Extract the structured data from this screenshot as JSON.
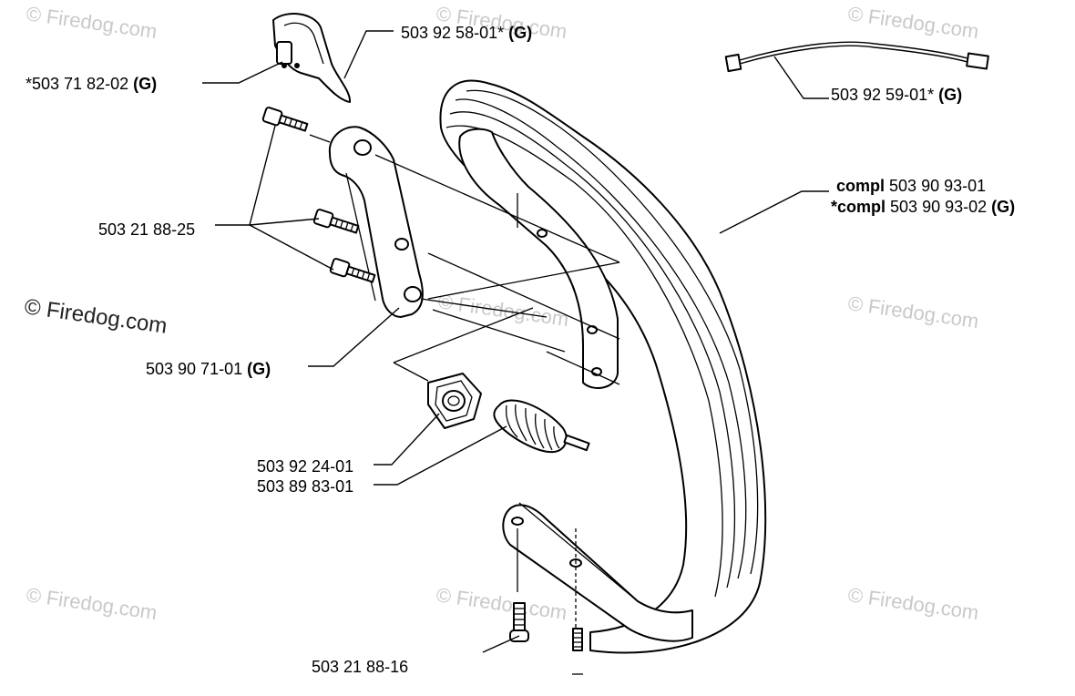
{
  "watermark": {
    "text": "© Firedog.com",
    "main_text": "© Firedog.com"
  },
  "labels": {
    "p1_prefix": "*503 71 82-02",
    "p1_suffix": "(G)",
    "p2_prefix": "503 92 58-01*",
    "p2_suffix": "(G)",
    "p3_prefix": "503 92 59-01*",
    "p3_suffix": "(G)",
    "p4_bold": "compl",
    "p4_rest": "503 90 93-01",
    "p5_bold": "*compl",
    "p5_rest": "503 90 93-02",
    "p5_suffix": "(G)",
    "p6": "503 21 88-25",
    "p7_prefix": "503 90 71-01",
    "p7_suffix": "(G)",
    "p8": "503 92 24-01",
    "p9": "503 89 83-01",
    "p10": "503 21 88-16"
  }
}
